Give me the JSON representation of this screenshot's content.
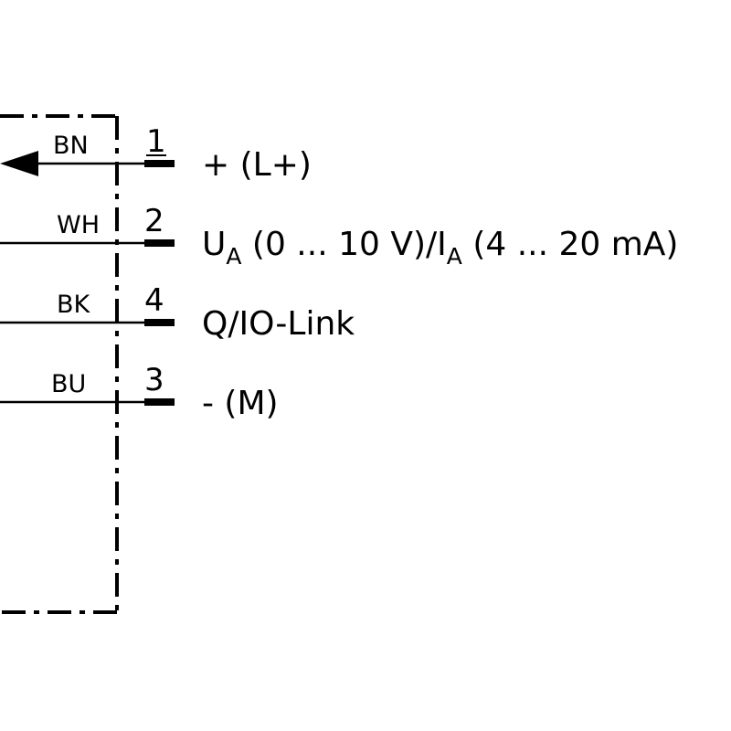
{
  "wires": [
    {
      "color_code": "BN",
      "pin": "1",
      "signal": "+ (L+)",
      "arrow": true
    },
    {
      "color_code": "WH",
      "pin": "2",
      "signal": {
        "u": "U",
        "u_sub": "A",
        "u_range": " (0 ... 10 V)/",
        "i": "I",
        "i_sub": "A",
        "i_range": " (4 ... 20 mA)"
      },
      "arrow": false
    },
    {
      "color_code": "BK",
      "pin": "4",
      "signal": "Q/IO-Link",
      "arrow": false
    },
    {
      "color_code": "BU",
      "pin": "3",
      "signal": "- (M)",
      "arrow": false
    }
  ],
  "colors": {
    "line": "#000000",
    "background": "#ffffff"
  }
}
